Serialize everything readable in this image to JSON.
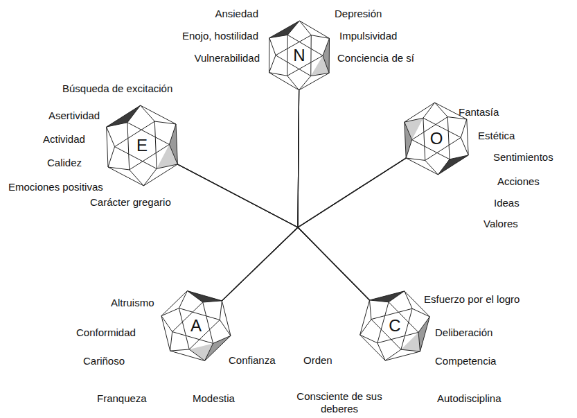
{
  "diagram": {
    "nodes": [
      {
        "text": [
          "N"
        ]
      },
      {
        "text": [
          "E"
        ]
      },
      {
        "text": [
          "O"
        ]
      },
      {
        "text": [
          "A"
        ]
      },
      {
        "text": [
          "C"
        ]
      }
    ],
    "edges": [
      {
        "from": 0,
        "to": 1,
        "arrow": "none"
      },
      {
        "from": 0,
        "to": 2,
        "arrow": "none"
      },
      {
        "from": 0,
        "to": 3,
        "arrow": "none"
      },
      {
        "from": 0,
        "to": 4,
        "arrow": "none"
      },
      {
        "from": 1,
        "to": 2,
        "arrow": "none"
      },
      {
        "from": 1,
        "to": 3,
        "arrow": "none"
      },
      {
        "from": 1,
        "to": 4,
        "arrow": "none"
      },
      {
        "from": 2,
        "to": 3,
        "arrow": "none"
      },
      {
        "from": 2,
        "to": 4,
        "arrow": "none"
      },
      {
        "from": 3,
        "to": 4,
        "arrow": "none"
      }
    ],
    "labels": [
      "Ansiedad",
      "Depresión",
      "Enojo, hostilidad",
      "Impulsividad",
      "Vulnerabilidad",
      "Conciencia de sí",
      "Búsqueda de excitación",
      "Asertividad",
      "Actividad",
      "Calidez",
      "Emociones positivas",
      "Carácter gregario",
      "Fantasía",
      "Estética",
      "Sentimientos",
      "Acciones",
      "Ideas",
      "Valores",
      "Altruismo",
      "Conformidad",
      "Cariñoso",
      "Confianza",
      "Franqueza",
      "Modestia",
      "Esfuerzo por el logro",
      "Deliberación",
      "Orden",
      "Competencia",
      "Autodisciplina",
      "Consciente de sus deberes"
    ]
  }
}
